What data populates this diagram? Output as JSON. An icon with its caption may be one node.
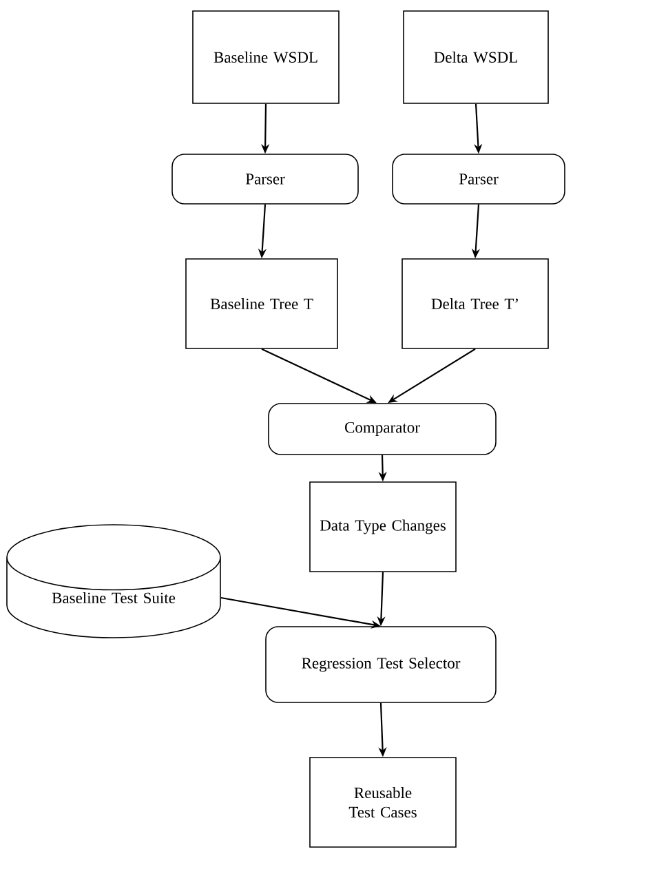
{
  "diagram": {
    "nodes": [
      {
        "text": [
          "Baseline WSDL"
        ]
      },
      {
        "text": [
          "Delta WSDL"
        ]
      },
      {
        "text": [
          "Parser"
        ]
      },
      {
        "text": [
          "Parser"
        ]
      },
      {
        "text": [
          "Baseline Tree T"
        ]
      },
      {
        "text": [
          "Delta Tree T’"
        ]
      },
      {
        "text": [
          "Comparator"
        ]
      },
      {
        "text": [
          "Data Type Changes"
        ]
      },
      {
        "text": [
          "Baseline Test Suite"
        ]
      },
      {
        "text": [
          "Regression Test Selector"
        ]
      },
      {
        "text": [
          "Reusable Test Cases"
        ]
      }
    ],
    "edges": [
      {
        "from": 0,
        "to": 2,
        "arrow": "to"
      },
      {
        "from": 1,
        "to": 3,
        "arrow": "to"
      },
      {
        "from": 2,
        "to": 4,
        "arrow": "to"
      },
      {
        "from": 3,
        "to": 5,
        "arrow": "to"
      },
      {
        "from": 4,
        "to": 6,
        "arrow": "to"
      },
      {
        "from": 5,
        "to": 6,
        "arrow": "to"
      },
      {
        "from": 6,
        "to": 7,
        "arrow": "to"
      },
      {
        "from": 7,
        "to": 9,
        "arrow": "to"
      },
      {
        "from": 8,
        "to": 9,
        "arrow": "to"
      },
      {
        "from": 9,
        "to": 10,
        "arrow": "to"
      }
    ]
  }
}
